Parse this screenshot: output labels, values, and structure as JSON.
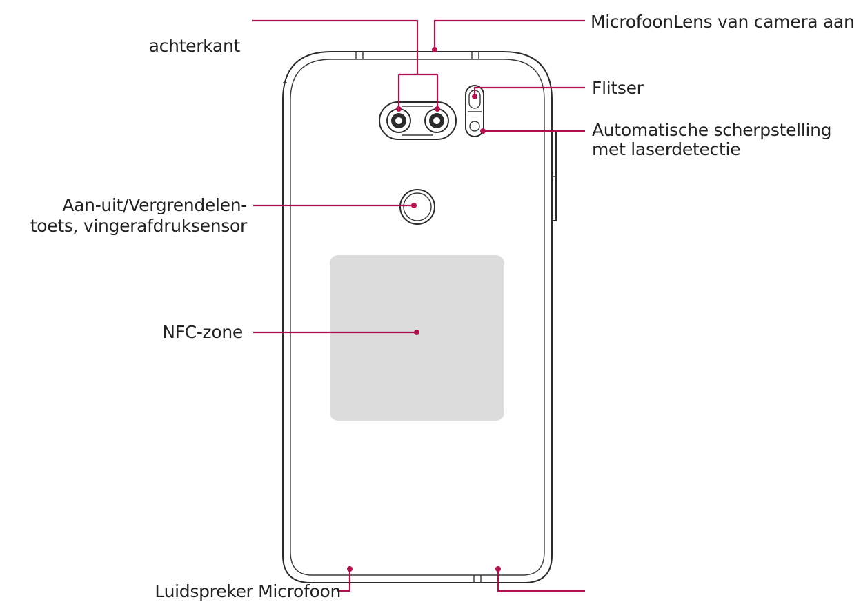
{
  "labels": {
    "back_side": "achterkant",
    "mic_lens_top": "MicrofoonLens van camera aan",
    "flash": "Flitser",
    "laser_af_line1": "Automatische scherpstelling",
    "laser_af_line2": "met laserdetectie",
    "power_key_line1": "Aan-uit/Vergrendelen-",
    "power_key_line2": "toets, vingerafdruksensor",
    "nfc_zone": "NFC-zone",
    "speaker_mic_bottom": "Luidspreker Microfoon"
  },
  "colors": {
    "leader": "#b0124f",
    "nfc_fill": "#dcdcdc",
    "outline": "#2b2b2b",
    "text": "#222222"
  }
}
